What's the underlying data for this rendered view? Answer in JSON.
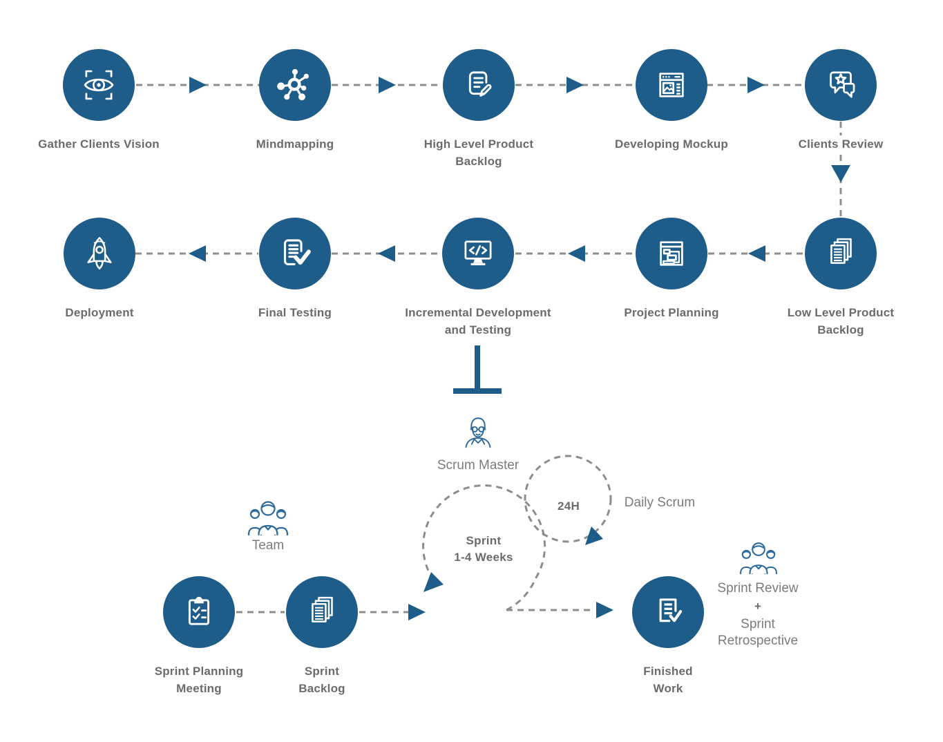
{
  "colors": {
    "node_blue": "#1e5c8a",
    "person_icon_blue": "#2b6a9b",
    "bold_label_gray": "#6a6b6d",
    "regular_label_gray": "#7a7b7d",
    "dashed_line_gray": "#8c8c8c",
    "background": "#ffffff"
  },
  "nodes": {
    "gather_clients_vision": {
      "label_lines": [
        "Gather Clients Vision"
      ],
      "icon": "eye-viewfinder-icon"
    },
    "mindmapping": {
      "label_lines": [
        "Mindmapping"
      ],
      "icon": "mindmap-network-icon"
    },
    "high_level_product_backlog": {
      "label_lines": [
        "High Level Product",
        "Backlog"
      ],
      "icon": "document-pencil-icon"
    },
    "developing_mockup": {
      "label_lines": [
        "Developing Mockup"
      ],
      "icon": "browser-mockup-icon"
    },
    "clients_review": {
      "label_lines": [
        "Clients Review"
      ],
      "icon": "chat-star-icon"
    },
    "low_level_product_backlog": {
      "label_lines": [
        "Low Level Product",
        "Backlog"
      ],
      "icon": "document-stack-icon"
    },
    "project_planning": {
      "label_lines": [
        "Project Planning"
      ],
      "icon": "plan-window-icon"
    },
    "incremental_development": {
      "label_lines": [
        "Incremental Development",
        "and Testing"
      ],
      "icon": "monitor-code-icon"
    },
    "final_testing": {
      "label_lines": [
        "Final Testing"
      ],
      "icon": "document-check-icon"
    },
    "deployment": {
      "label_lines": [
        "Deployment"
      ],
      "icon": "rocket-icon"
    },
    "sprint_planning_meeting": {
      "label_lines": [
        "Sprint Planning",
        "Meeting"
      ],
      "icon": "clipboard-checklist-icon"
    },
    "sprint_backlog": {
      "label_lines": [
        "Sprint",
        "Backlog"
      ],
      "icon": "document-stack-icon"
    },
    "finished_work": {
      "label_lines": [
        "Finished",
        "Work"
      ],
      "icon": "document-check-icon"
    }
  },
  "sprint_cycle": {
    "center_label_lines": [
      "Sprint",
      "1-4 Weeks"
    ],
    "daily_cycle_label": "24H",
    "daily_scrum_label": "Daily Scrum"
  },
  "people": {
    "scrum_master_label": "Scrum Master",
    "team_label": "Team"
  },
  "review_block": {
    "line1": "Sprint Review",
    "plus": "+",
    "line2": "Sprint",
    "line3": "Retrospective"
  }
}
